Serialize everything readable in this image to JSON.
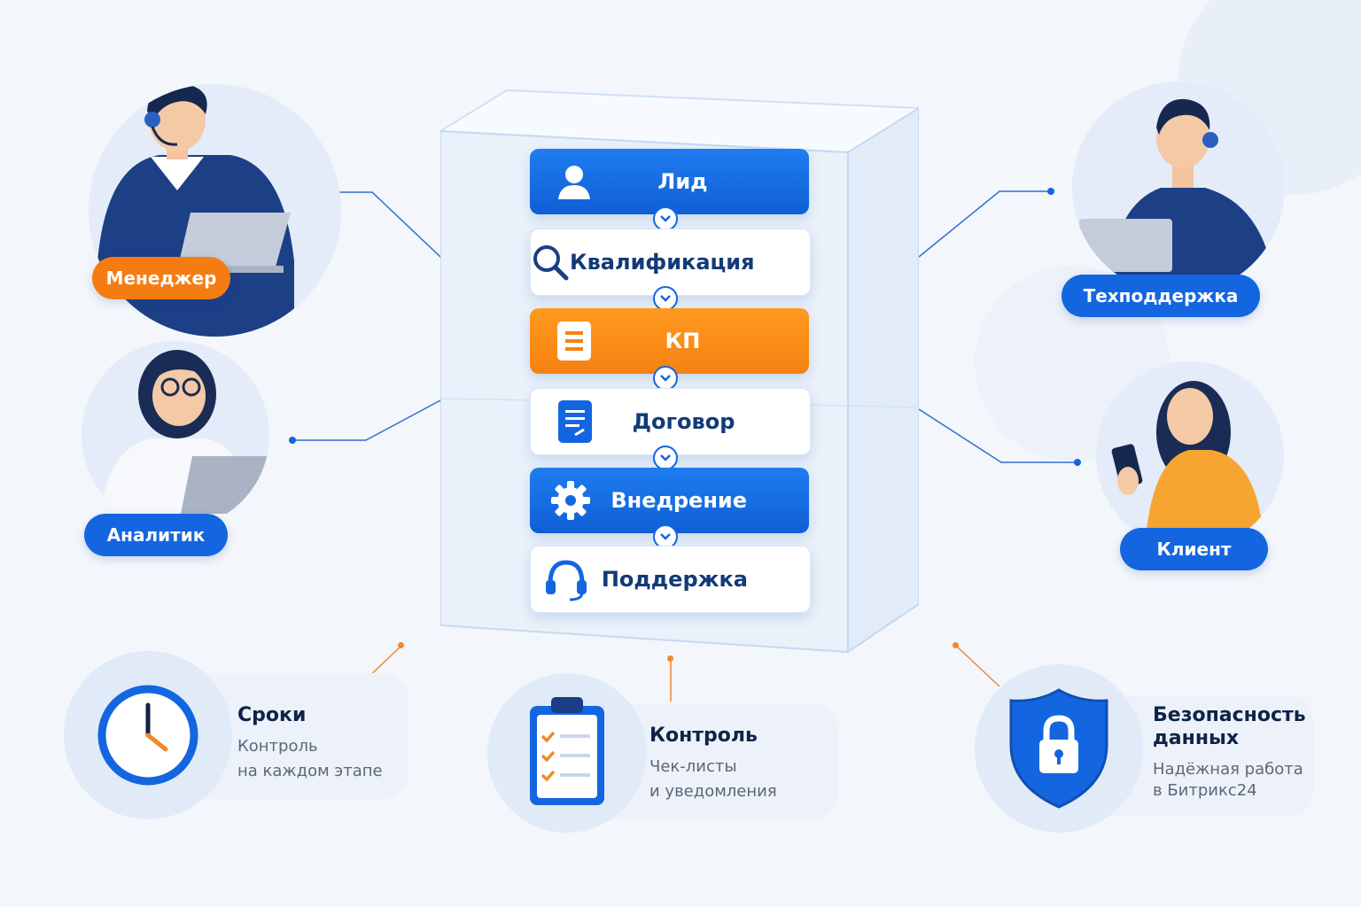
{
  "roles": {
    "manager": "Менеджер",
    "analyst": "Аналитик",
    "support": "Техподдержка",
    "client": "Клиент"
  },
  "stages": [
    {
      "label": "Лид",
      "icon": "user-icon",
      "color": "#1366e0"
    },
    {
      "label": "Квалификация",
      "icon": "search-icon",
      "color": "#ffffff"
    },
    {
      "label": "КП",
      "icon": "document-icon",
      "color": "#f58112"
    },
    {
      "label": "Договор",
      "icon": "contract-icon",
      "color": "#ffffff"
    },
    {
      "label": "Внедрение",
      "icon": "gear-icon",
      "color": "#1366e0"
    },
    {
      "label": "Поддержка",
      "icon": "headset-icon",
      "color": "#ffffff"
    }
  ],
  "features": [
    {
      "title": "Сроки",
      "line1": "Контроль",
      "line2": "на каждом этапе",
      "icon": "clock-icon"
    },
    {
      "title": "Контроль",
      "line1": "Чек-листы",
      "line2": "и уведомления",
      "icon": "checklist-icon"
    },
    {
      "title_line1": "Безопасность",
      "title_line2": "данных",
      "line1": "Надёжная работа",
      "line2": "в Битрикс24",
      "icon": "shield-lock-icon"
    }
  ],
  "colors": {
    "accent_blue": "#1366e0",
    "accent_orange": "#f57c13",
    "dark_text": "#0f2347"
  }
}
